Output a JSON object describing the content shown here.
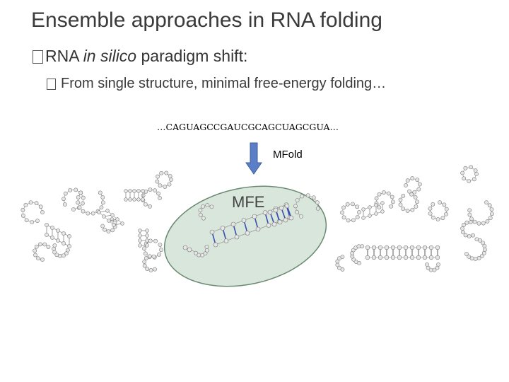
{
  "slide": {
    "title": "Ensemble approaches in RNA folding",
    "bullet1": {
      "prefix": "RNA ",
      "emphasis": "in silico",
      "suffix": " paradigm shift:"
    },
    "bullet2": "From single structure, minimal free-energy folding…"
  },
  "figure": {
    "sequence": "…CAGUAGCCGAUCGCAGCUAGCGUA…",
    "tool_label": "MFold",
    "mfe_label": "MFE",
    "colors": {
      "highlight_fill": "#d8e6db",
      "highlight_stroke": "#6a8a72",
      "arrow": "#5b7fc6",
      "bond": "#3a4fb0",
      "nucleotide": "#e6e6e6"
    }
  }
}
